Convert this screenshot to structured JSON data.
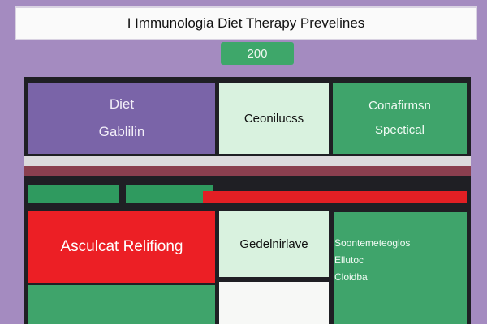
{
  "header": {
    "title": "I Immunologia Diet Therapy Prevelines",
    "year": "200"
  },
  "cells": {
    "diet_guidelines": {
      "line1": "Diet",
      "line2": "Gablilin"
    },
    "conditions": "Ceonilucss",
    "condition_specific": {
      "line1": "Conafirmsn",
      "line2": "Spectical"
    },
    "assessment": "Asculcat Relifiong",
    "guidelines": "Gedelnirlave",
    "specific_details": {
      "line1": "Soontemeteoglos",
      "line2": "Ellutoc",
      "line3": "Cloidba"
    }
  }
}
